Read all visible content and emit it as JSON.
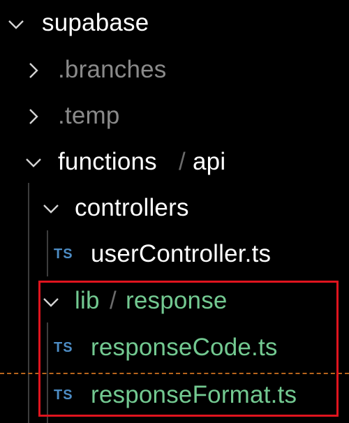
{
  "colors": {
    "background": "#000000",
    "text": "#ffffff",
    "dim": "#8a8a8a",
    "green": "#73c991",
    "ts_badge": "#4d8cc4",
    "separator": "#6b6b6b",
    "highlight": "#e0141e",
    "dotted": "#b8651c",
    "chevron": "#d4d4d4",
    "guide": "#3c3c3c"
  },
  "tree": {
    "supabase": {
      "label": "supabase",
      "icon": "chevron-down-icon"
    },
    "branches": {
      "label": ".branches",
      "icon": "chevron-right-icon"
    },
    "temp": {
      "label": ".temp",
      "icon": "chevron-right-icon"
    },
    "functions": {
      "label_a": "functions",
      "separator": "/",
      "label_b": "api",
      "icon": "chevron-down-icon"
    },
    "controllers": {
      "label": "controllers",
      "icon": "chevron-down-icon"
    },
    "user_controller": {
      "badge": "TS",
      "label": "userController.ts"
    },
    "lib": {
      "label_a": "lib",
      "separator": "/",
      "label_b": "response",
      "icon": "chevron-down-icon"
    },
    "response_code": {
      "badge": "TS",
      "label": "responseCode.ts"
    },
    "response_format": {
      "badge": "TS",
      "label": "responseFormat.ts"
    }
  }
}
